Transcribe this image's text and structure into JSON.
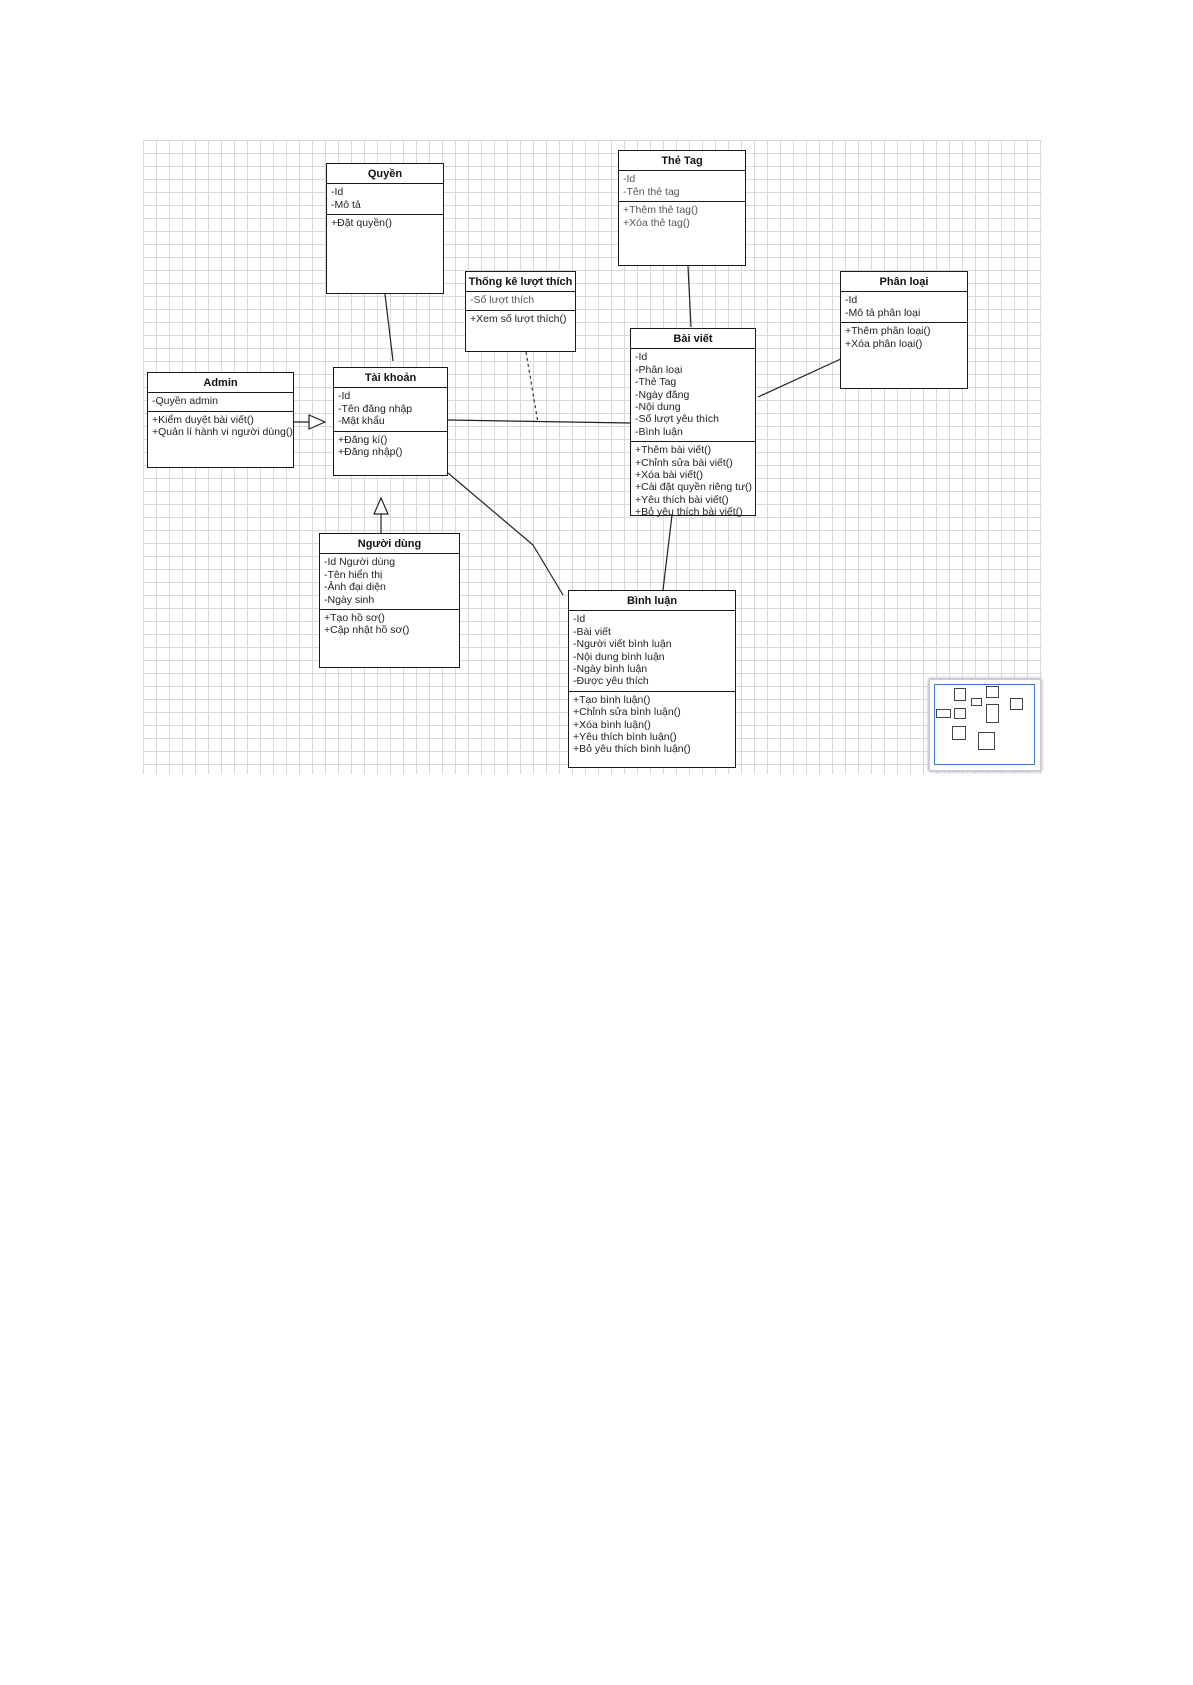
{
  "classes": {
    "quyen": {
      "title": "Quyền",
      "attributes": [
        "-Id",
        "-Mô tả"
      ],
      "operations": [
        "+Đặt quyền()"
      ]
    },
    "the_tag": {
      "title": "Thẻ Tag",
      "attributes": [
        "-Id",
        "-Tên thẻ tag"
      ],
      "operations": [
        "+Thêm thẻ tag()",
        "+Xóa thẻ tag()"
      ]
    },
    "thong_ke": {
      "title": "Thống kê lượt thích",
      "attributes": [
        "-Số lượt thích"
      ],
      "operations": [
        "+Xem số lượt thích()"
      ]
    },
    "phan_loai": {
      "title": "Phân loại",
      "attributes": [
        "-Id",
        "-Mô tả phân loại"
      ],
      "operations": [
        "+Thêm phân loại()",
        "+Xóa phân loại()"
      ]
    },
    "admin": {
      "title": "Admin",
      "attributes": [
        "-Quyền admin"
      ],
      "operations": [
        "+Kiểm duyệt bài viết()",
        "+Quản lí hành vi người dùng()"
      ]
    },
    "tai_khoan": {
      "title": "Tài khoản",
      "attributes": [
        "-Id",
        "-Tên đăng nhập",
        "-Mật khẩu"
      ],
      "operations": [
        "+Đăng kí()",
        "+Đăng nhập()"
      ]
    },
    "bai_viet": {
      "title": "Bài viết",
      "attributes": [
        "-Id",
        "-Phân loại",
        "-Thẻ Tag",
        "-Ngày đăng",
        "-Nội dung",
        "-Số lượt yêu thích",
        "-Bình luận"
      ],
      "operations": [
        "+Thêm bài viết()",
        "+Chỉnh sửa bài viết()",
        "+Xóa bài viết()",
        "+Cài đặt quyền riêng tư()",
        "+Yêu thích bài viết()",
        "+Bỏ yêu thích bài viết()"
      ]
    },
    "nguoi_dung": {
      "title": "Người dùng",
      "attributes": [
        "-Id Người dùng",
        "-Tên hiển thị",
        "-Ảnh đại diện",
        "-Ngày sinh"
      ],
      "operations": [
        "+Tạo hồ sơ()",
        "+Cập nhật hồ sơ()"
      ]
    },
    "binh_luan": {
      "title": "Bình luận",
      "attributes": [
        "-Id",
        "-Bài viết",
        "-Người viết bình luận",
        "-Nội dung bình luận",
        "-Ngày bình luận",
        "-Được yêu thích"
      ],
      "operations": [
        "+Tạo bình luận()",
        "+Chỉnh sửa bình luận()",
        "+Xóa bình luận()",
        "+Yêu thích bình luận()",
        "+Bỏ yêu thích bình luận()"
      ]
    }
  },
  "relationships": [
    {
      "from": "quyen",
      "to": "tai_khoan",
      "type": "association"
    },
    {
      "from": "admin",
      "to": "tai_khoan",
      "type": "generalization"
    },
    {
      "from": "nguoi_dung",
      "to": "tai_khoan",
      "type": "generalization"
    },
    {
      "from": "tai_khoan",
      "to": "bai_viet",
      "type": "association"
    },
    {
      "from": "tai_khoan",
      "to": "binh_luan",
      "type": "association"
    },
    {
      "from": "the_tag",
      "to": "bai_viet",
      "type": "association"
    },
    {
      "from": "phan_loai",
      "to": "bai_viet",
      "type": "association"
    },
    {
      "from": "bai_viet",
      "to": "binh_luan",
      "type": "association"
    },
    {
      "from": "thong_ke",
      "to": "association-tai_khoan-bai_viet",
      "type": "association-class"
    }
  ],
  "colors": {
    "grid": "#d9d9d9",
    "border": "#1a1a1a",
    "minimap_frame": "#3c78d8"
  }
}
